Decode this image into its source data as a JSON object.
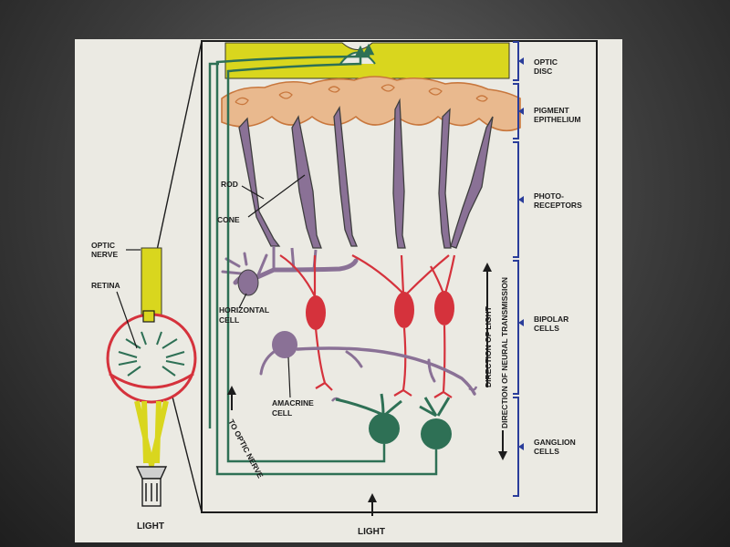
{
  "colors": {
    "background": "#3c3c3c",
    "paper": "#ebeae3",
    "optic_disc": "#d9d61e",
    "pigment_epithelium": "#e9b98e",
    "photoreceptor": "#8a7196",
    "bipolar": "#d5323c",
    "ganglion": "#2e7055",
    "bracket": "#2a3d9a"
  },
  "regions": [
    {
      "line1": "OPTIC",
      "line2": "DISC"
    },
    {
      "line1": "PIGMENT",
      "line2": "EPITHELIUM"
    },
    {
      "line1": "PHOTO-",
      "line2": "RECEPTORS"
    },
    {
      "line1": "BIPOLAR",
      "line2": "CELLS"
    },
    {
      "line1": "GANGLION",
      "line2": "CELLS"
    }
  ],
  "cell_labels": {
    "rod": "ROD",
    "cone": "CONE",
    "horizontal_1": "HORIZONTAL",
    "horizontal_2": "CELL",
    "amacrine_1": "AMACRINE",
    "amacrine_2": "CELL"
  },
  "eye_labels": {
    "optic_nerve_1": "OPTIC",
    "optic_nerve_2": "NERVE",
    "retina": "RETINA",
    "light": "LIGHT"
  },
  "arrows": {
    "direction_of_light": "DIRECTION OF LIGHT",
    "direction_of_neural_transmission": "DIRECTION OF NEURAL TRANSMISSION",
    "to_optic_nerve": "TO OPTIC NERVE",
    "light_bottom": "LIGHT"
  }
}
